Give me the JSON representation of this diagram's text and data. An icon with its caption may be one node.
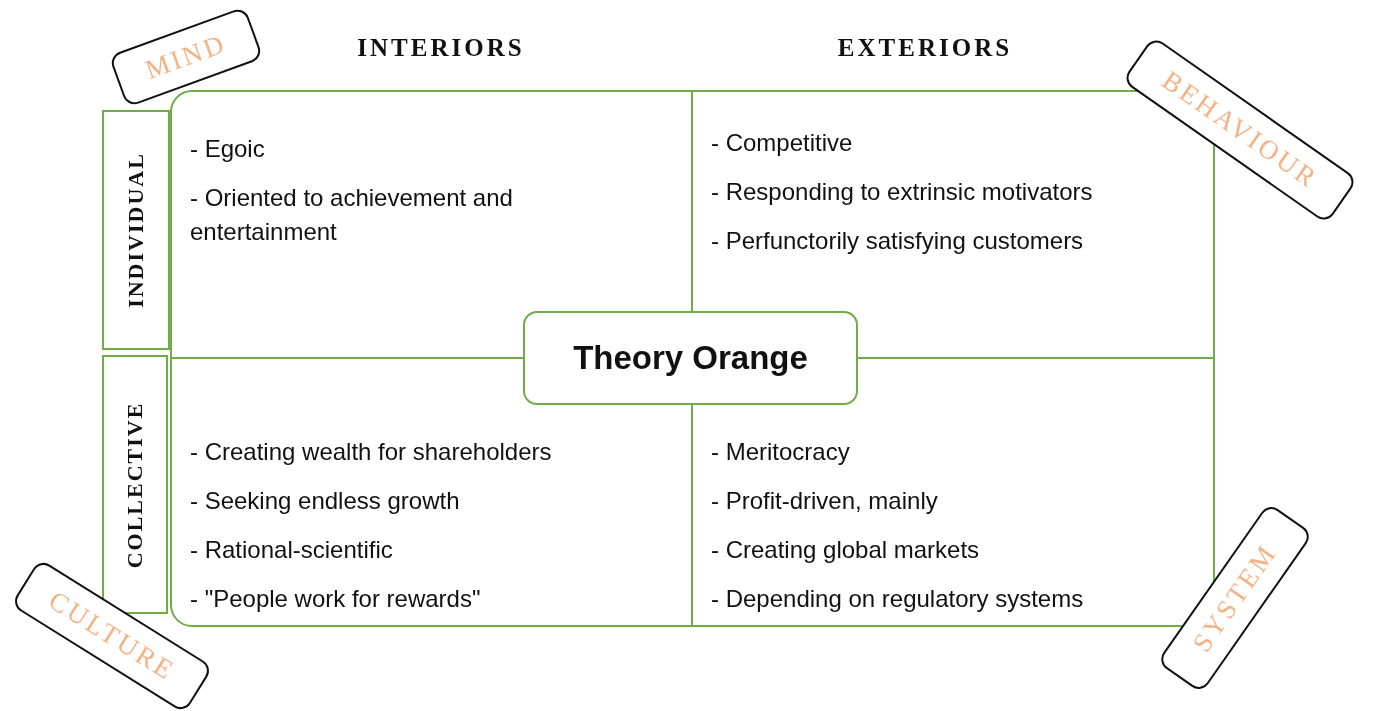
{
  "diagram": {
    "title": "Theory Orange",
    "nodes": [
      {
        "text": [
          "- Egoic",
          "- Oriented to achievement and entertainment"
        ]
      },
      {
        "text": [
          "- Competitive",
          "- Responding to extrinsic motivators",
          "- Perfunctorily satisfying customers"
        ]
      },
      {
        "text": [
          "- Creating wealth for shareholders",
          "- Seeking endless growth",
          "- Rational-scientific",
          "- \"People work for rewards\""
        ]
      },
      {
        "text": [
          "- Meritocracy",
          "- Profit-driven, mainly",
          "- Creating global markets",
          "- Depending on regulatory systems"
        ]
      },
      {
        "text": [
          "INDIVIDUAL"
        ]
      },
      {
        "text": [
          "COLLECTIVE"
        ]
      },
      {
        "text": [
          "MIND"
        ]
      },
      {
        "text": [
          "BEHAVIOUR"
        ]
      },
      {
        "text": [
          "CULTURE"
        ]
      },
      {
        "text": [
          "SYSTEM"
        ]
      }
    ],
    "labels": [
      "INTERIORS",
      "EXTERIORS"
    ]
  }
}
